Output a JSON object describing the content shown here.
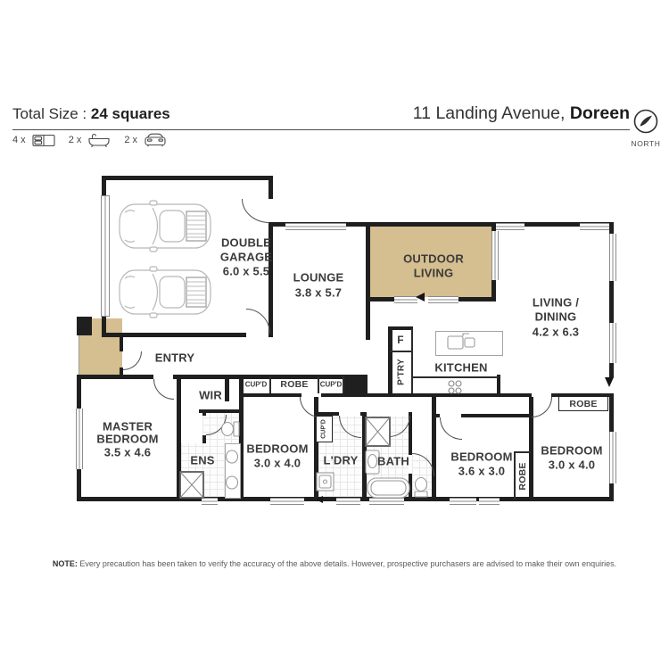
{
  "header": {
    "size_label": "Total Size :",
    "size_value": "24 squares",
    "address_main": "11 Landing Avenue,",
    "address_suburb": "Doreen",
    "legend": {
      "beds": "4 x",
      "baths": "2 x",
      "cars": "2 x"
    },
    "compass": "NORTH"
  },
  "rooms": {
    "garage": {
      "l1": "DOUBLE",
      "l2": "GARAGE",
      "dims": "6.0 x 5.5"
    },
    "lounge": {
      "l1": "LOUNGE",
      "dims": "3.8 x 5.7"
    },
    "outdoor": {
      "l1": "OUTDOOR",
      "l2": "LIVING"
    },
    "living": {
      "l1": "LIVING /",
      "l2": "DINING",
      "dims": "4.2 x 6.3"
    },
    "entry": "ENTRY",
    "kitchen": "KITCHEN",
    "pantry": "P'TRY",
    "fridge": "F",
    "wir": "WIR",
    "cupd": "CUP'D",
    "robe": "ROBE",
    "master": {
      "l1": "MASTER",
      "l2": "BEDROOM",
      "dims": "3.5 x 4.6"
    },
    "ens": "ENS",
    "bed2": {
      "l1": "BEDROOM",
      "dims": "3.0 x 4.0"
    },
    "ldry": "L'DRY",
    "bath": "BATH",
    "bed3": {
      "l1": "BEDROOM",
      "dims": "3.6 x 3.0"
    },
    "bed4": {
      "l1": "BEDROOM",
      "dims": "3.0 x 4.0"
    }
  },
  "note": {
    "prefix": "NOTE:",
    "text": "Every precaution has been taken to verify the accuracy of the above details. However, prospective purchasers are advised to make their own enquiries."
  },
  "colors": {
    "outdoor_fill": "#d5be8f",
    "wall": "#1f1f1f",
    "text": "#3b3b3b"
  }
}
